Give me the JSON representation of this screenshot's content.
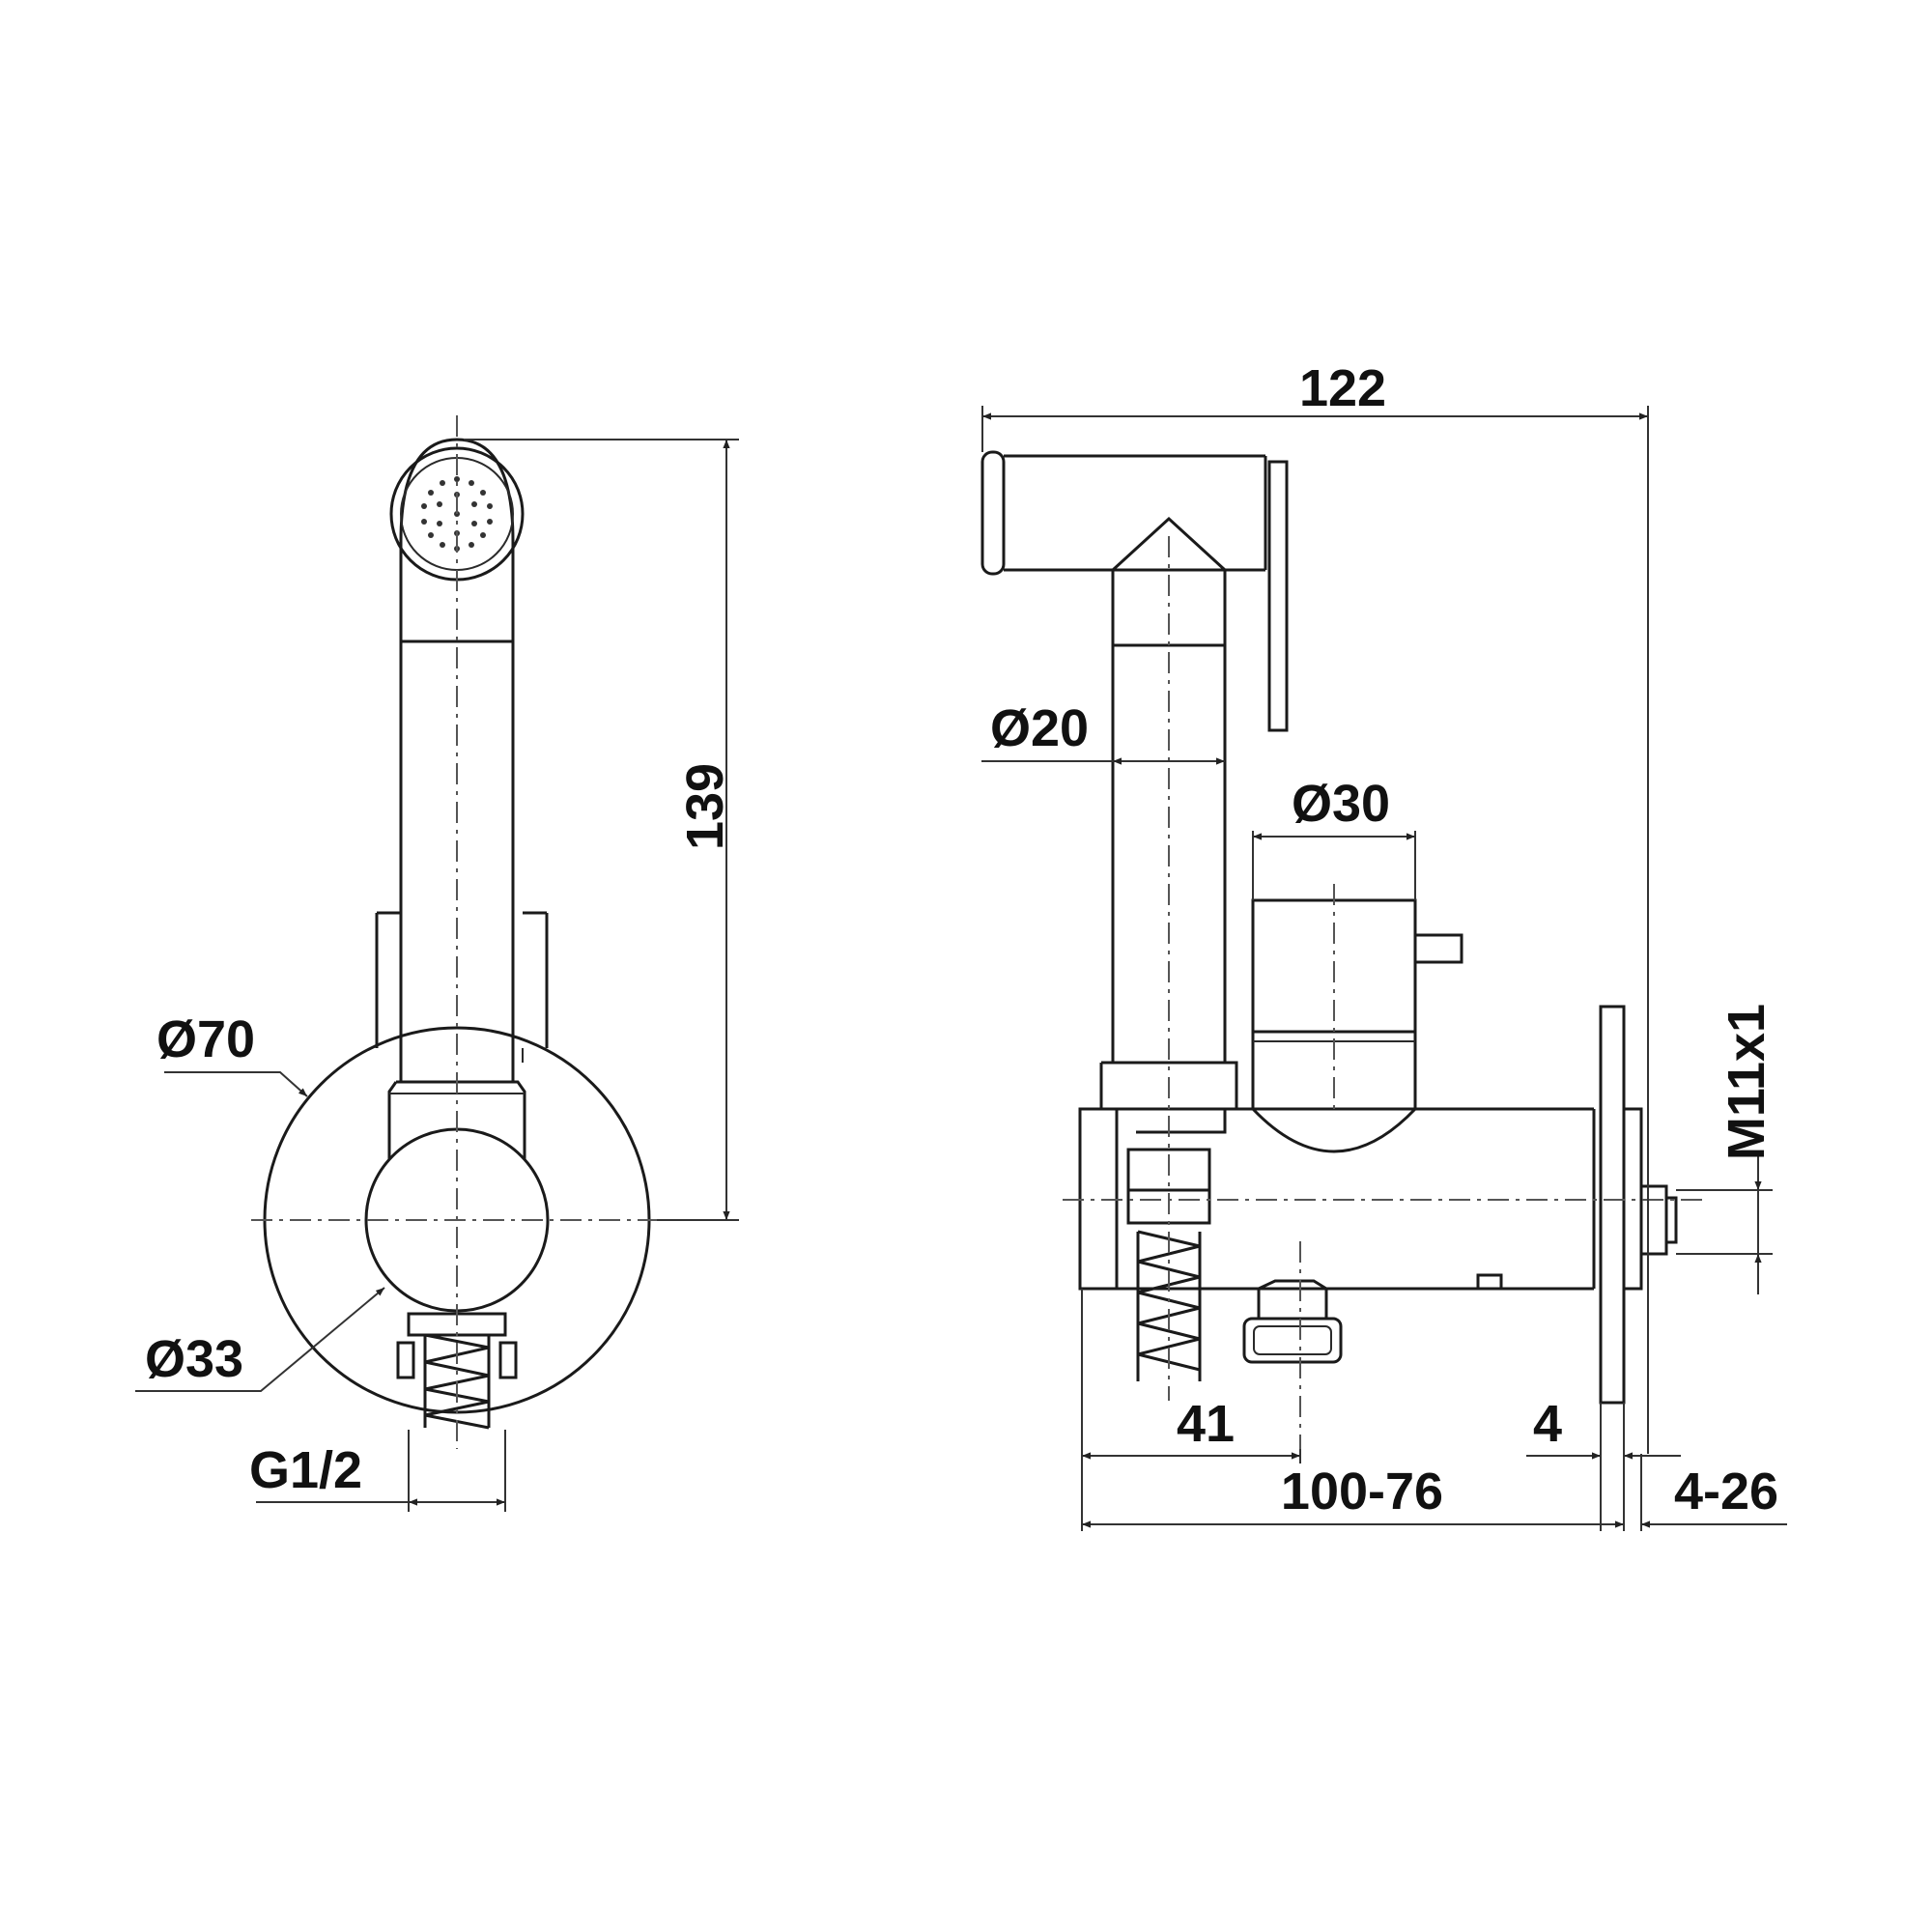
{
  "front_view": {
    "height_label": "139",
    "plate_diameter_label": "Ø70",
    "body_diameter_label": "Ø33",
    "thread_label": "G1/2"
  },
  "side_view": {
    "overall_width_label": "122",
    "tube_diameter_label": "Ø20",
    "handle_diameter_label": "Ø30",
    "outlet_thread_label": "M11x1",
    "outlet_offset_label": "41",
    "plate_thickness_label": "4",
    "depth_range_label": "100-76",
    "extension_range_label": "4-26"
  }
}
